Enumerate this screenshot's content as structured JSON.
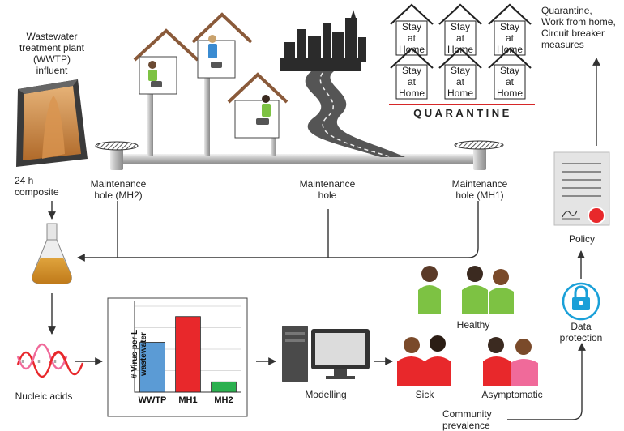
{
  "labels": {
    "wwtp": "Wastewater\ntreatment plant\n(WWTP)\ninfluent",
    "composite": "24 h\ncomposite",
    "mh2": "Maintenance\nhole (MH2)",
    "mh": "Maintenance\nhole",
    "mh1": "Maintenance\nhole (MH1)",
    "nucleic": "Nucleic acids",
    "modelling": "Modelling",
    "healthy": "Healthy",
    "sick": "Sick",
    "asymptomatic": "Asymptomatic",
    "community": "Community\nprevalence",
    "data_protection": "Data\nprotection",
    "policy": "Policy",
    "measures": "Quarantine,\nWork from home,\nCircuit breaker\nmeasures",
    "quarantine": "QUARANTINE",
    "stay_home": "Stay\nat\nHome"
  },
  "chart_data": {
    "type": "bar",
    "categories": [
      "WWTP",
      "MH1",
      "MH2"
    ],
    "values": [
      0.58,
      0.88,
      0.12
    ],
    "ylim": [
      0,
      1
    ],
    "ylabel": "# Virus per L\nwastewater",
    "colors": [
      "#5b9bd5",
      "#e8282b",
      "#2bb04f"
    ]
  },
  "colors": {
    "pipe": "#c8c8c8",
    "roof": "#8a5a3a",
    "arrow": "#333333",
    "quarantine_line": "#d62728",
    "lock": "#1aa0d8",
    "seal": "#e8282b",
    "shirt_green": "#7dc243",
    "shirt_red": "#e8282b",
    "shirt_pink": "#f06a9a"
  }
}
